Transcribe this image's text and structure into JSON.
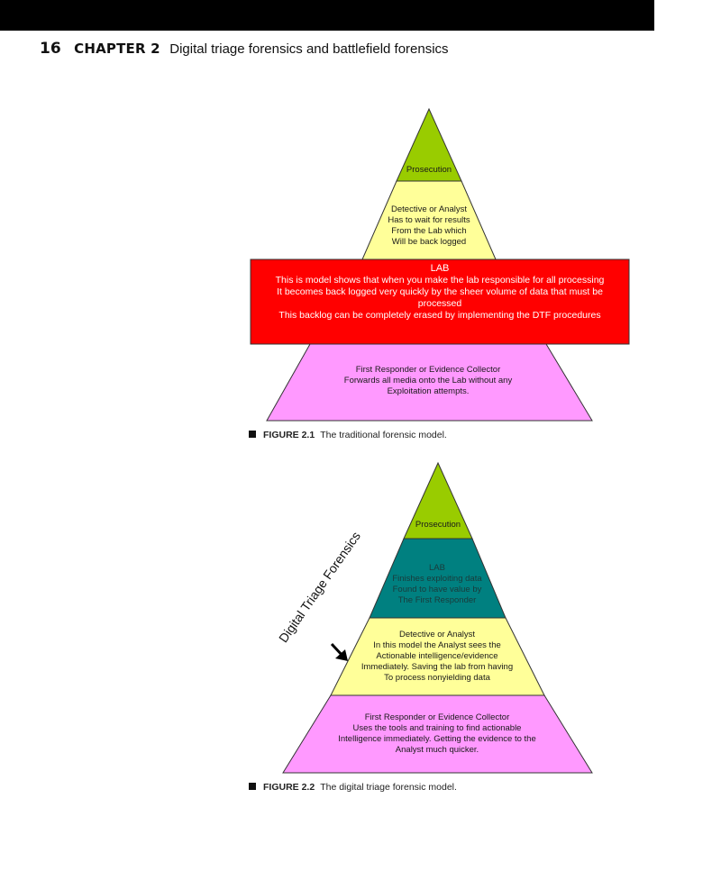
{
  "header": {
    "page_number": "16",
    "chapter_label": "CHAPTER 2",
    "chapter_title": "Digital triage forensics and battlefield forensics"
  },
  "colors": {
    "green": "#99cc00",
    "pale_yellow": "#ffff99",
    "red": "#ff0000",
    "magenta": "#ff99ff",
    "teal": "#008080"
  },
  "figure1": {
    "prosecution": "Prosecution",
    "detective": [
      "Detective or Analyst",
      "Has to wait for results",
      "From the Lab which",
      "Will be back logged"
    ],
    "lab_title": "LAB",
    "lab_lines": [
      "This is model shows that when you make the lab responsible for all processing",
      "It becomes back logged very quickly by the sheer volume of data that must be",
      "processed",
      "This backlog can be completely erased by implementing the DTF procedures"
    ],
    "first_responder": [
      "First Responder or Evidence Collector",
      "Forwards all media onto the Lab without any",
      "Exploitation attempts."
    ],
    "caption_label": "FIGURE 2.1",
    "caption_text": "The traditional forensic model."
  },
  "figure2": {
    "prosecution": "Prosecution",
    "lab": [
      "LAB",
      "Finishes exploiting data",
      "Found to have value by",
      "The First Responder"
    ],
    "detective": [
      "Detective or Analyst",
      "In this model the Analyst sees the",
      "Actionable intelligence/evidence",
      "Immediately.  Saving the lab from having",
      "To process nonyielding data"
    ],
    "first_responder": [
      "First Responder or Evidence Collector",
      "Uses the tools and training to find actionable",
      "Intelligence immediately.  Getting the evidence to the",
      "Analyst  much quicker."
    ],
    "side_label": "Digital Triage Forensics",
    "caption_label": "FIGURE 2.2",
    "caption_text": "The digital triage forensic model."
  }
}
